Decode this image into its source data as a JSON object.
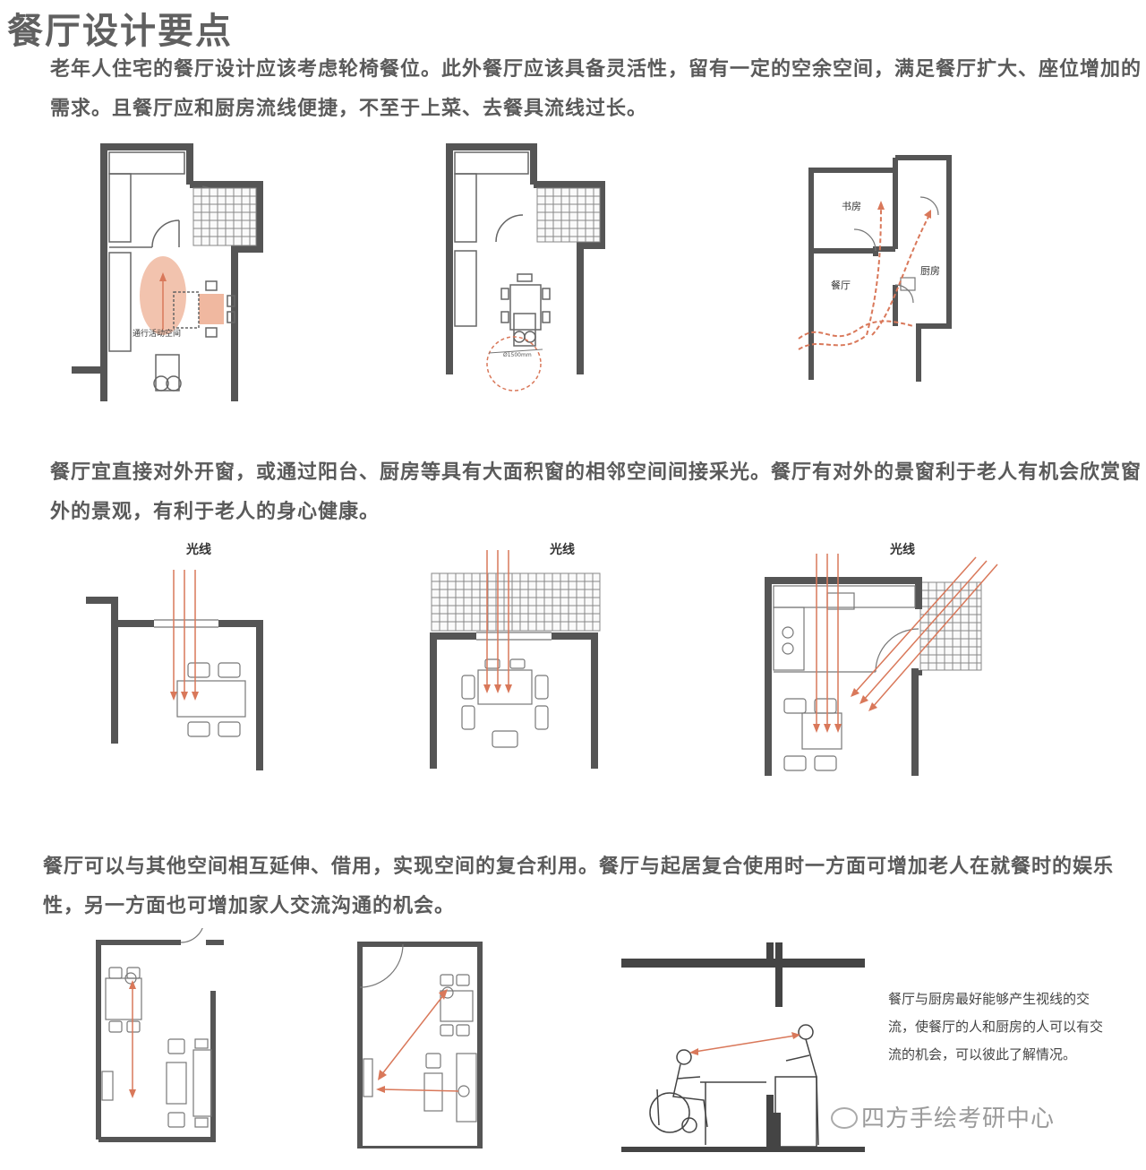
{
  "title": "餐厅设计要点",
  "paragraphs": {
    "p1": "老年人住宅的餐厅设计应该考虑轮椅餐位。此外餐厅应该具备灵活性，留有一定的空余空间，满足餐厅扩大、座位增加的需求。且餐厅应和厨房流线便捷，不至于上菜、去餐具流线过长。",
    "p2": "餐厅宜直接对外开窗，或通过阳台、厨房等具有大面积窗的相邻空间间接采光。餐厅有对外的景窗利于老人有机会欣赏窗外的景观，有利于老人的身心健康。",
    "p3": "餐厅可以与其他空间相互延伸、借用，实现空间的复合利用。餐厅与起居复合使用时一方面可增加老人在就餐时的娱乐性，另一方面也可增加家人交流沟通的机会。"
  },
  "labels": {
    "activity_space": "通行活动空间",
    "study": "书房",
    "dining": "餐厅",
    "kitchen": "厨房",
    "light": "光线",
    "turning": "Ø1500mm"
  },
  "note": "餐厅与厨房最好能够产生视线的交流，使餐厅的人和厨房的人可以有交流的机会，可以彼此了解情况。",
  "watermark": "四方手绘考研中心",
  "colors": {
    "arrow": "#d9785a",
    "highlight": "#f0b8a0",
    "wall": "#555555"
  }
}
